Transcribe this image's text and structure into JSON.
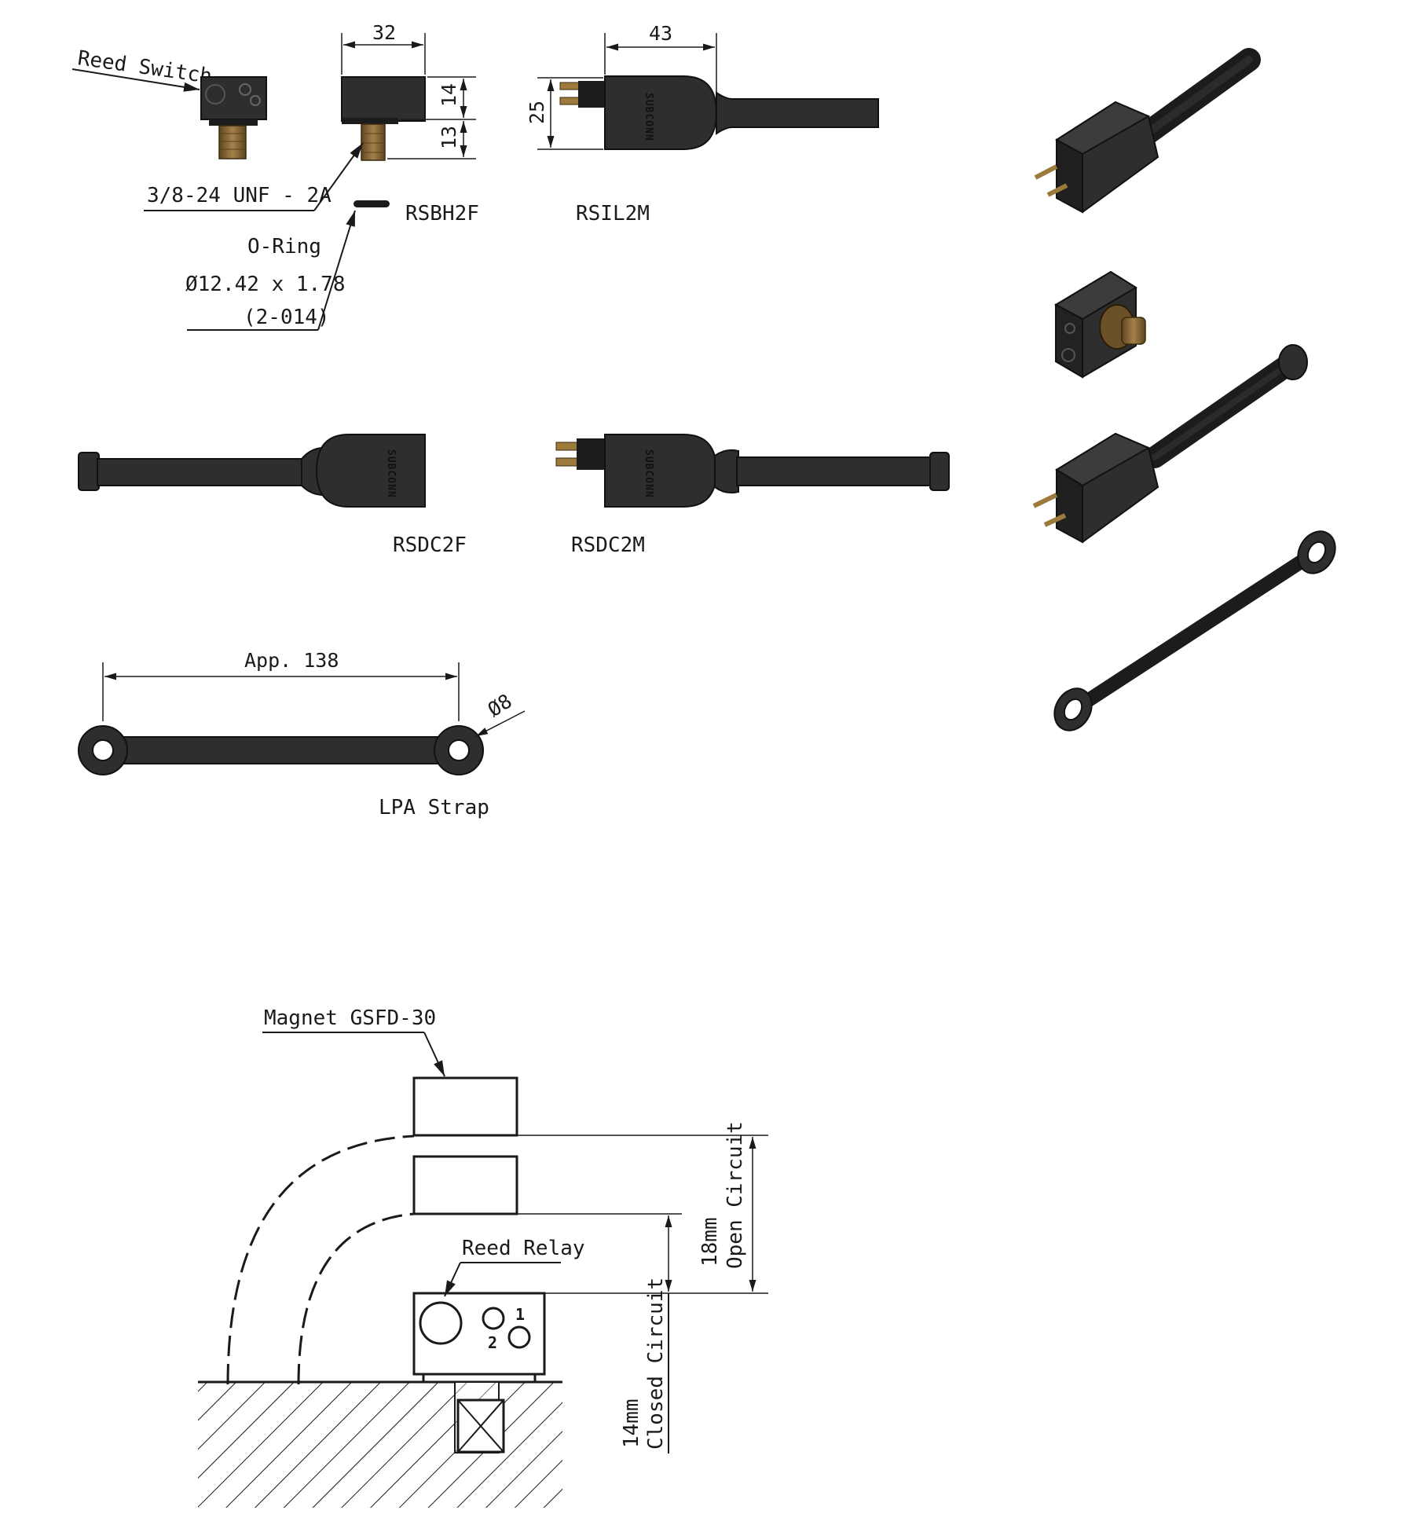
{
  "labels": {
    "reed_switch": "Reed Switch",
    "thread": "3/8-24 UNF - 2A",
    "oring_title": "O-Ring",
    "oring_size": "Ø12.42 x 1.78",
    "oring_code": "(2-014)",
    "rsbh2f": "RSBH2F",
    "rsil2m": "RSIL2M",
    "rsdc2f": "RSDC2F",
    "rsdc2m": "RSDC2M",
    "lpa_strap": "LPA Strap",
    "magnet": "Magnet GSFD-30",
    "reed_relay": "Reed Relay",
    "open_circuit": "Open Circuit",
    "open_dist": "18mm",
    "closed_circuit": "Closed Circuit",
    "closed_dist": "14mm"
  },
  "dimensions": {
    "rsbh2f_width": "32",
    "rsbh2f_height": "14",
    "rsbh2f_thread": "13",
    "rsil2m_length": "43",
    "rsil2m_height": "25",
    "strap_length": "App. 138",
    "strap_diameter": "Ø8"
  },
  "brand": "SUBCONN",
  "relay_pins": {
    "pin1": "1",
    "pin2": "2"
  },
  "colors": {
    "body": "#2e2e2e",
    "body_dark": "#1c1c1c",
    "brass": "#8a6a35",
    "line": "#1a1a1a"
  }
}
